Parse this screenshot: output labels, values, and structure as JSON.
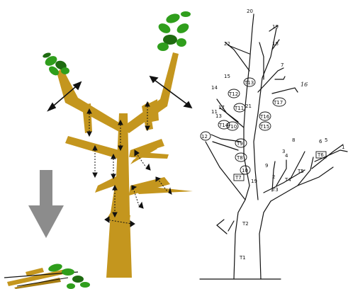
{
  "colors": {
    "trunk": "#c4961e",
    "trunk_dark": "#a77d12",
    "leaf": "#2f9e1c",
    "leaf_dark": "#1e6b10",
    "arrow": "#8c8c8c",
    "ink": "#111111"
  },
  "icons": [
    "double-headed-arrow-icon",
    "down-arrow-icon",
    "leaf-cluster-icon"
  ],
  "sketch_labels": {
    "top": "20",
    "upper_right": "19",
    "l22": "22",
    "l18": "18",
    "l7": "7",
    "l15": "15",
    "l16": "16",
    "l14": "14",
    "l17": "17",
    "l21": "21",
    "t13": "T13",
    "t12": "T12",
    "t17": "T17",
    "t11": "T11",
    "t16": "T16",
    "t15": "T15",
    "t14": "T14",
    "t10": "T10",
    "t9": "T9",
    "t8": "T8",
    "t7": "T7",
    "t6": "T6",
    "t5": "T5",
    "t4": "T4",
    "t3": "T3",
    "t2": "T2",
    "t1": "T1",
    "l13": "13",
    "l19": "19",
    "l9": "9",
    "l8": "8",
    "l6": "6",
    "l5": "5",
    "l4": "4",
    "l3": "3",
    "l2": "2",
    "l1": "1",
    "l11": "11",
    "l12": "12",
    "l10": "10"
  }
}
